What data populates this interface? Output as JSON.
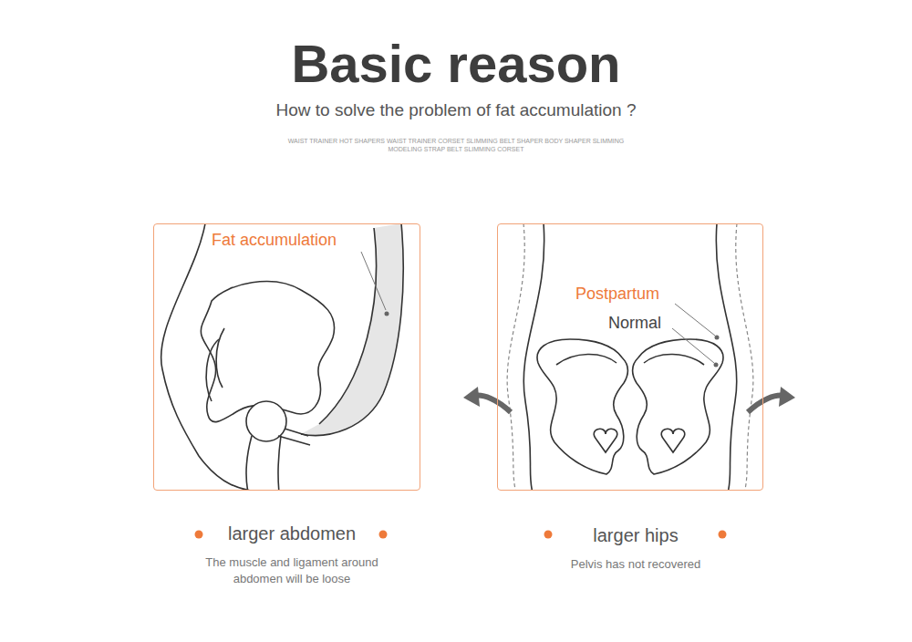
{
  "diagram": {
    "title": "Basic reason",
    "nodes": [
      {
        "text": [
          "Fat accumulation"
        ]
      },
      {
        "text": [
          "Postpartum",
          "Normal"
        ]
      }
    ],
    "labels": [
      "How to solve the problem of fat accumulation ?",
      "WAIST TRAINER HOT SHAPERS WAIST TRAINER CORSET SLIMMING BELT SHAPER BODY SHAPER SLIMMING MODELING STRAP BELT SLIMMING CORSET",
      "larger abdomen",
      "The muscle and ligament around abdomen will be loose",
      "larger hips",
      "Pelvis has not recovered"
    ]
  }
}
